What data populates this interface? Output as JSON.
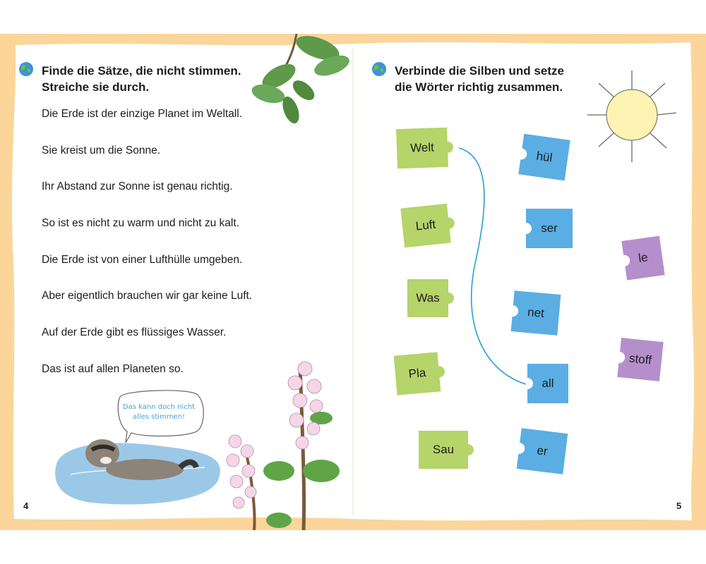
{
  "left_page": {
    "task_title_line1": "Finde die Sätze, die nicht stimmen.",
    "task_title_line2": "Streiche sie durch.",
    "sentences": [
      "Die Erde ist der einzige Planet im Weltall.",
      "Sie kreist um die Sonne.",
      "Ihr Abstand zur Sonne ist genau richtig.",
      "So ist es nicht zu warm und nicht zu kalt.",
      "Die Erde ist von einer Lufthülle umgeben.",
      "Aber eigentlich brauchen wir gar keine Luft.",
      "Auf der Erde gibt es flüssiges Wasser.",
      "Das ist auf allen Planeten so."
    ],
    "speech_bubble_line1": "Das kann doch nicht",
    "speech_bubble_line2": "alles stimmen!",
    "page_number": "4"
  },
  "right_page": {
    "task_title_line1": "Verbinde die Silben und setze",
    "task_title_line2": "die Wörter richtig zusammen.",
    "pieces_green": [
      "Welt",
      "Luft",
      "Was",
      "Pla",
      "Sau"
    ],
    "pieces_blue": [
      "hül",
      "ser",
      "net",
      "all",
      "er"
    ],
    "pieces_purple": [
      "le",
      "stoff"
    ],
    "page_number": "5"
  },
  "colors": {
    "border": "#fbd59a",
    "green_piece": "#b5d46a",
    "blue_piece": "#5aaee3",
    "purple_piece": "#b58fcb",
    "connector_line": "#2a9fd3"
  },
  "icons": [
    "globe-icon",
    "globe-icon"
  ]
}
